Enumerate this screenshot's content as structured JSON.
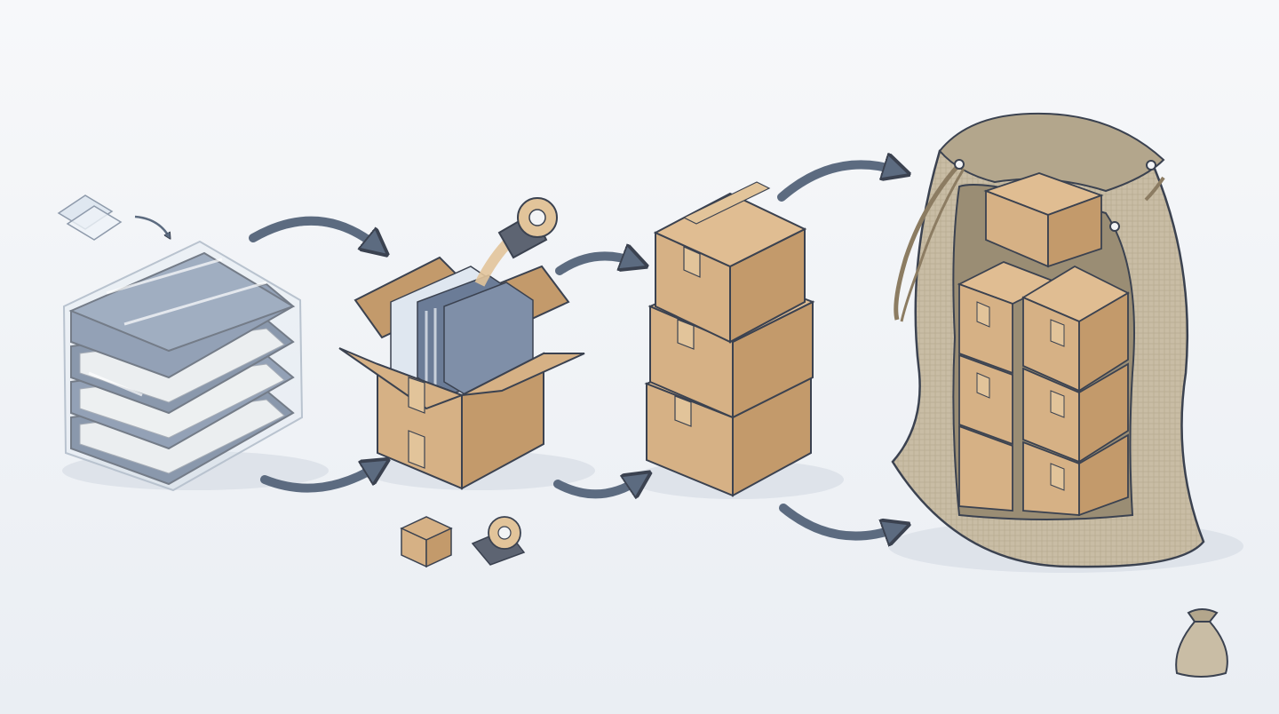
{
  "diagram": {
    "type": "process-flow",
    "text_labels": [],
    "stages": [
      {
        "id": "wrap",
        "icon": "plastic-wrapped-books-icon",
        "detail_icons": [
          "plastic-sheet-icon"
        ]
      },
      {
        "id": "box",
        "icon": "open-cardboard-box-with-books-icon",
        "detail_icons": [
          "tape-dispenser-icon",
          "small-box-icon"
        ]
      },
      {
        "id": "stack",
        "icon": "stacked-sealed-boxes-icon",
        "box_count": 3
      },
      {
        "id": "bag",
        "icon": "burlap-drawstring-sack-with-boxes-icon",
        "detail_icons": [
          "small-sack-icon"
        ]
      }
    ],
    "arrow_count": 7
  },
  "colors": {
    "background": "#eef1f5",
    "cardboard": "#d6b185",
    "cardboard_shade": "#c39a6b",
    "cardboard_dark": "#ab845a",
    "tape": "#e2c49a",
    "outline": "#3b4250",
    "arrow": "#5c6b80",
    "book_cover": "#6b7c97",
    "plastic": "#dfe7f0",
    "burlap": "#c9bda5",
    "burlap_dark": "#b3a68c",
    "shadow": "#d7dde6"
  }
}
